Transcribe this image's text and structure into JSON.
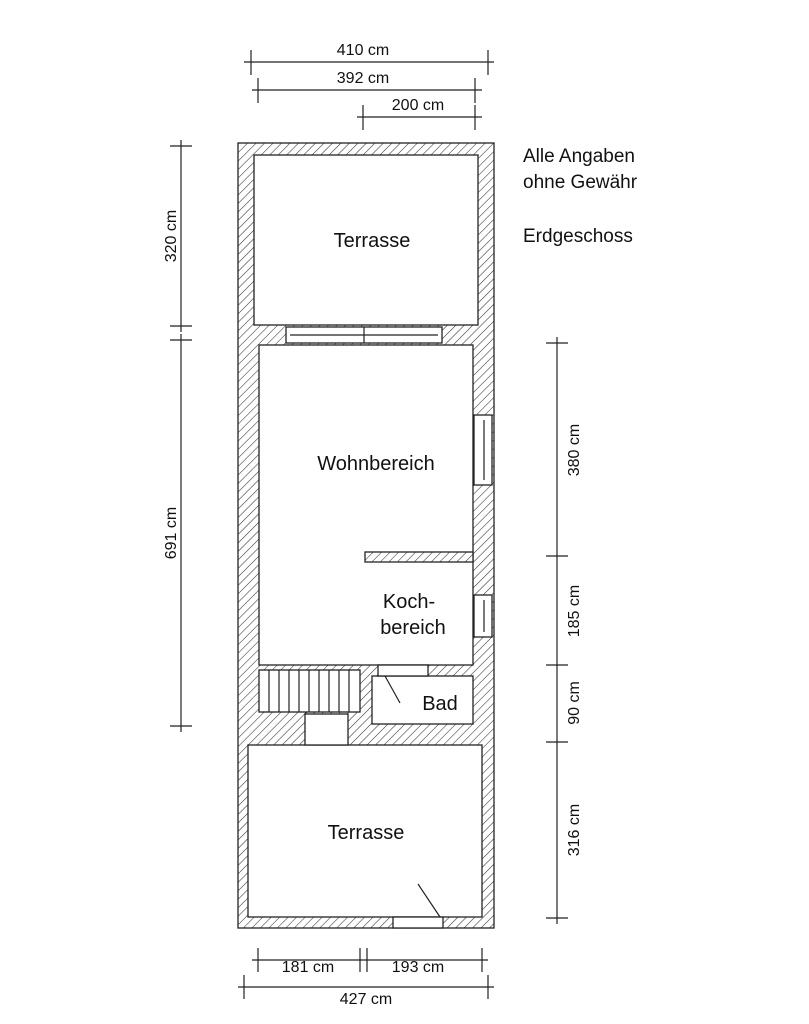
{
  "notes": {
    "disclaimer_line1": "Alle Angaben",
    "disclaimer_line2": "ohne Gewähr",
    "floor": "Erdgeschoss"
  },
  "rooms": {
    "terrace_top": "Terrasse",
    "living": "Wohnbereich",
    "kitchen_line1": "Koch-",
    "kitchen_line2": "bereich",
    "bath": "Bad",
    "terrace_bottom": "Terrasse"
  },
  "dimensions": {
    "top_overall": "410 cm",
    "top_inner": "392 cm",
    "top_partial": "200 cm",
    "left_terrace": "320 cm",
    "left_house": "691 cm",
    "right_living": "380 cm",
    "right_kitchen": "185 cm",
    "right_bath": "90 cm",
    "right_terrace": "316 cm",
    "bottom_left": "181 cm",
    "bottom_right": "193 cm",
    "bottom_overall": "427 cm"
  }
}
